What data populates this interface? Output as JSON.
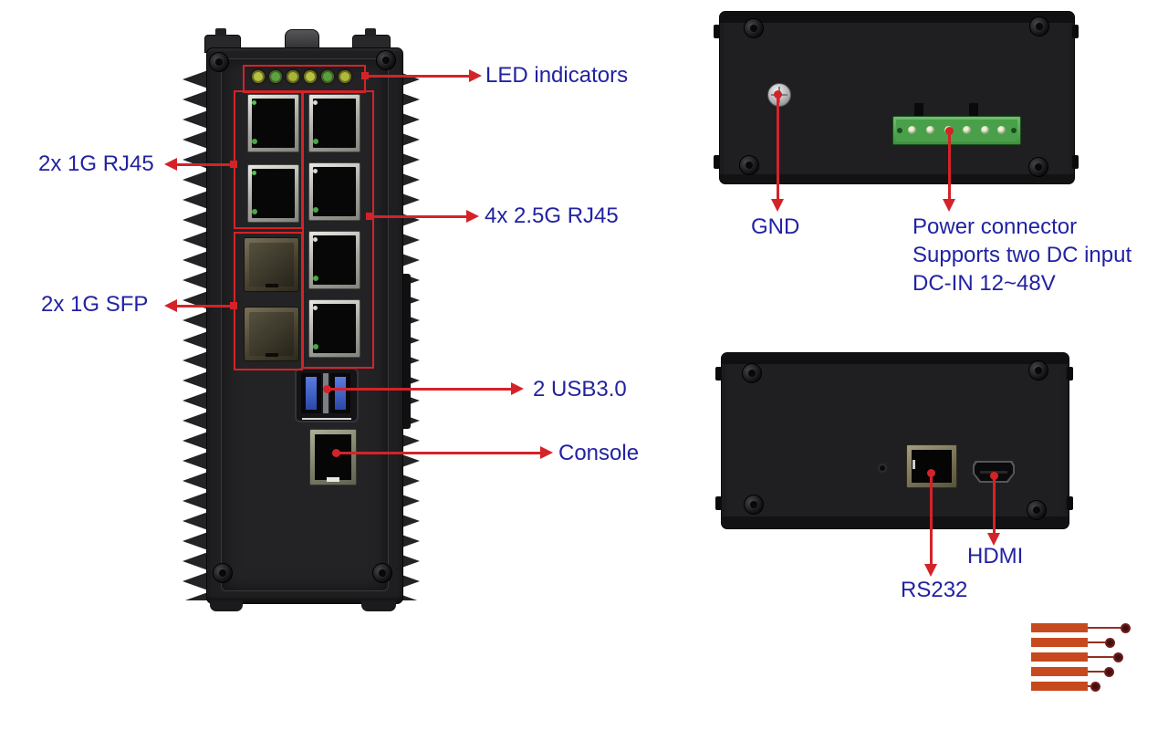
{
  "colors": {
    "label_text": "#2222a2",
    "arrow_red": "#d42328",
    "device_black": "#1f1f21",
    "terminal_green": "#4aa04a",
    "usb_blue": "#3a5cc4",
    "logo_bar_orange": "#c64a1e",
    "logo_line": "#93301f",
    "logo_dot": "#7c2220"
  },
  "front_view": {
    "annotations": {
      "led": "LED indicators",
      "rj45_1g": "2x 1G RJ45",
      "rj45_25g": "4x 2.5G RJ45",
      "sfp_1g": "2x 1G SFP",
      "usb3": "2 USB3.0",
      "console": "Console"
    },
    "led_count": 6,
    "led_colors": [
      "#b8c23e",
      "#5aa33f",
      "#a9b436",
      "#b8c23e",
      "#57a03e",
      "#b0ba38"
    ],
    "port_counts": {
      "rj45_1g": 2,
      "rj45_25g": 4,
      "sfp_1g": 2,
      "usb3": 2,
      "console": 1
    }
  },
  "top_view": {
    "annotations": {
      "gnd": "GND",
      "power_lines": [
        "Power connector",
        "Supports two DC input",
        "DC-IN 12~48V"
      ]
    }
  },
  "rear_view": {
    "annotations": {
      "rs232": "RS232",
      "hdmi": "HDMI"
    }
  },
  "logo": {
    "bar_count": 5
  }
}
